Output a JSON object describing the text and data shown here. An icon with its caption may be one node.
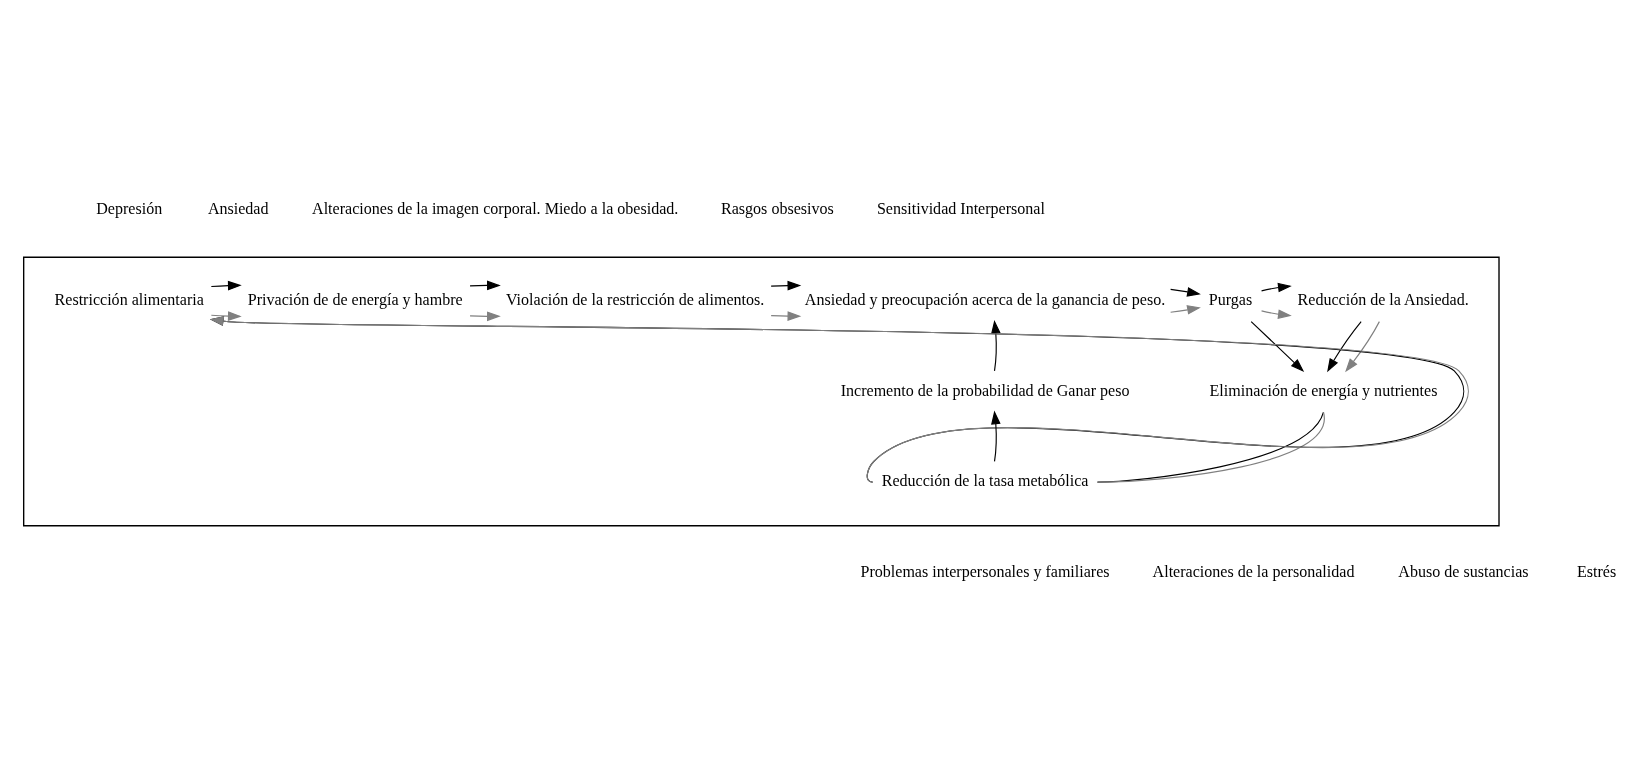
{
  "diagram": {
    "nodes": [
      {
        "text": [],
        "shape": "box"
      },
      {
        "text": [
          "Restricción alimentaria"
        ],
        "in": 0
      },
      {
        "text": [
          "Privación de de energía y hambre"
        ],
        "in": 0
      },
      {
        "text": [
          "Violación de la restricción de alimentos."
        ],
        "in": 0
      },
      {
        "text": [
          "Ansiedad y preocupación acerca de la ganancia de peso."
        ],
        "in": 0
      },
      {
        "text": [
          "Purgas"
        ],
        "in": 0
      },
      {
        "text": [
          "Reducción de la Ansiedad."
        ],
        "in": 0
      },
      {
        "text": [
          "Incremento de la probabilidad de Ganar peso"
        ],
        "in": 0
      },
      {
        "text": [
          "Eliminación de energía y nutrientes"
        ],
        "in": 0
      },
      {
        "text": [
          "Reducción de la tasa metabólica"
        ],
        "in": 0
      }
    ],
    "edges": [
      {
        "from": 1,
        "to": 2,
        "arrow": "to",
        "color": "#808080"
      },
      {
        "from": 1,
        "to": 2,
        "arrow": "to"
      },
      {
        "from": 2,
        "to": 3,
        "arrow": "to",
        "color": "#808080"
      },
      {
        "from": 2,
        "to": 3,
        "arrow": "to"
      },
      {
        "from": 3,
        "to": 4,
        "arrow": "to",
        "color": "#808080"
      },
      {
        "from": 3,
        "to": 4,
        "arrow": "to"
      },
      {
        "from": 4,
        "to": 5,
        "arrow": "to",
        "color": "#808080"
      },
      {
        "from": 4,
        "to": 5,
        "arrow": "to"
      },
      {
        "from": 5,
        "to": 6,
        "arrow": "to",
        "color": "#808080"
      },
      {
        "from": 5,
        "to": 6,
        "arrow": "to"
      },
      {
        "from": 5,
        "to": 8,
        "arrow": "to"
      },
      {
        "from": 6,
        "to": 8,
        "arrow": "to"
      },
      {
        "from": 6,
        "to": 8,
        "arrow": "to",
        "color": "#808080"
      },
      {
        "from": 7,
        "to": 4,
        "arrow": "to"
      },
      {
        "from": 9,
        "to": 7,
        "arrow": "to"
      },
      {
        "from": 8,
        "to": 9,
        "arrow": "none"
      },
      {
        "from": 8,
        "to": 9,
        "arrow": "none",
        "color": "#808080"
      },
      {
        "from": 9,
        "to": 1,
        "arrow": "to"
      },
      {
        "from": 9,
        "to": 1,
        "arrow": "to",
        "color": "#808080"
      }
    ],
    "labels": [
      "Depresión",
      "Ansiedad",
      "Alteraciones de la imagen corporal. Miedo a la obesidad.",
      "Rasgos obsesivos",
      "Sensitividad Interpersonal",
      "Problemas interpersonales y familiares",
      "Alteraciones de la personalidad",
      "Abuso de sustancias",
      "Estrés"
    ]
  }
}
